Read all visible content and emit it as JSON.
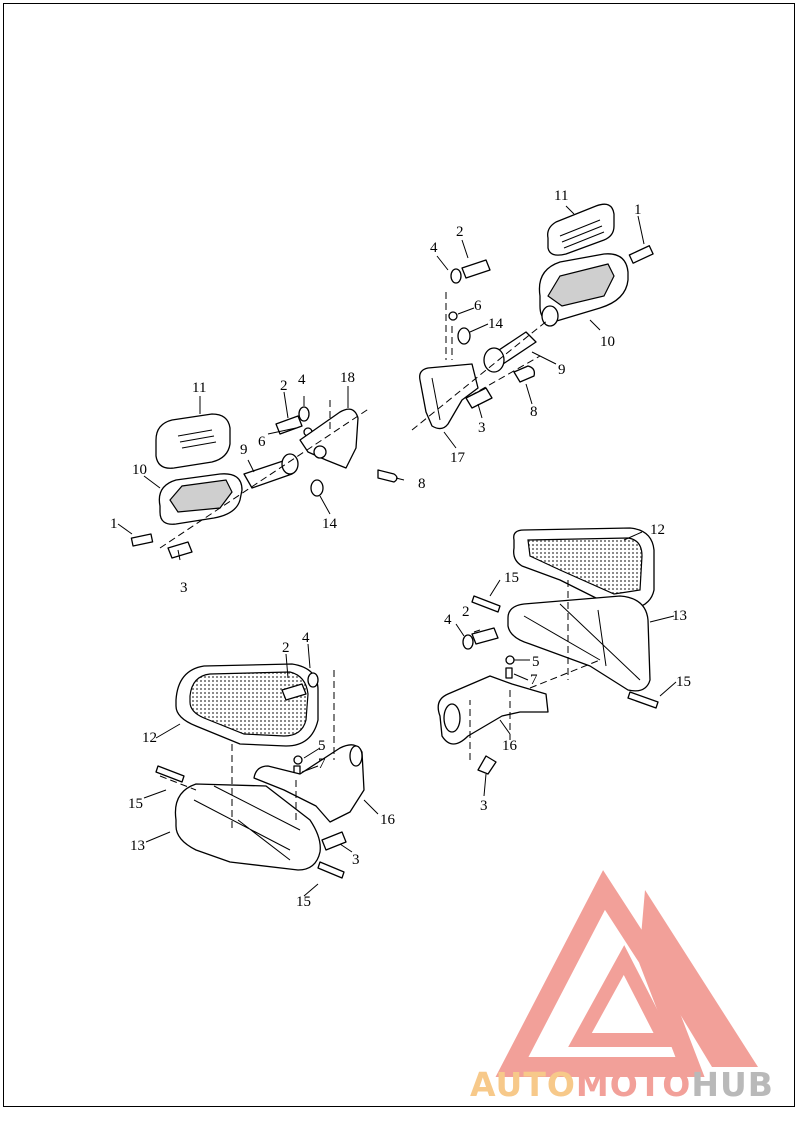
{
  "diagram": {
    "labels": {
      "c1_11": "11",
      "c1_1": "1",
      "c1_2": "2",
      "c1_4": "4",
      "c1_6": "6",
      "c1_14": "14",
      "c1_10": "10",
      "c1_9": "9",
      "c1_8": "8",
      "c1_17": "17",
      "c1_3": "3",
      "c2_11": "11",
      "c2_2": "2",
      "c2_4": "4",
      "c2_18": "18",
      "c2_6": "6",
      "c2_9": "9",
      "c2_10": "10",
      "c2_8": "8",
      "c2_1": "1",
      "c2_14": "14",
      "c2_3": "3",
      "c3_12": "12",
      "c3_15a": "15",
      "c3_4": "4",
      "c3_2": "2",
      "c3_13": "13",
      "c3_5": "5",
      "c3_7": "7",
      "c3_15b": "15",
      "c3_16": "16",
      "c3_3": "3",
      "c4_2": "2",
      "c4_4": "4",
      "c4_12": "12",
      "c4_5": "5",
      "c4_7": "7",
      "c4_15a": "15",
      "c4_16": "16",
      "c4_13": "13",
      "c4_3": "3",
      "c4_15b": "15"
    }
  },
  "watermark": {
    "brand_part1": "AUTO",
    "brand_part2": "MOTO",
    "brand_part3": "HUB",
    "colors": {
      "logo": "#f2a099",
      "auto": "#f7c98a",
      "moto": "#f2a099",
      "hub": "#b9b9b9"
    }
  }
}
